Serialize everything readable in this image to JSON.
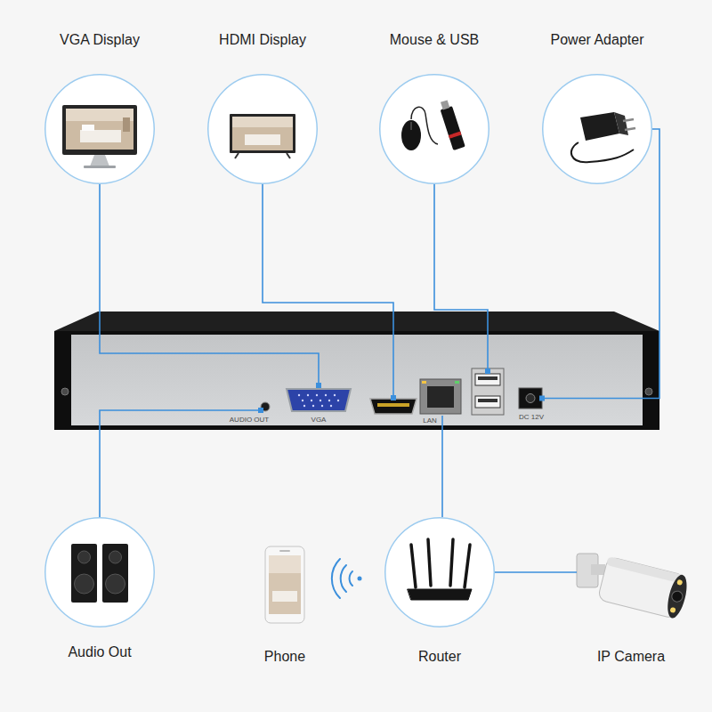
{
  "diagram": {
    "nodes": [
      {
        "text": [
          "VGA Display"
        ]
      },
      {
        "text": [
          "HDMI Display"
        ]
      },
      {
        "text": [
          "Mouse & USB"
        ]
      },
      {
        "text": [
          "Power Adapter"
        ]
      },
      {
        "text": [
          "Audio Out"
        ]
      },
      {
        "text": [
          "Phone"
        ]
      },
      {
        "text": [
          "Router"
        ]
      },
      {
        "text": [
          "IP Camera"
        ]
      }
    ],
    "edges": [
      {
        "from": 6,
        "to": 7,
        "arrow": "none"
      }
    ],
    "labels": [
      "AUDIO OUT",
      "VGA",
      "LAN",
      "DC 12V"
    ]
  }
}
